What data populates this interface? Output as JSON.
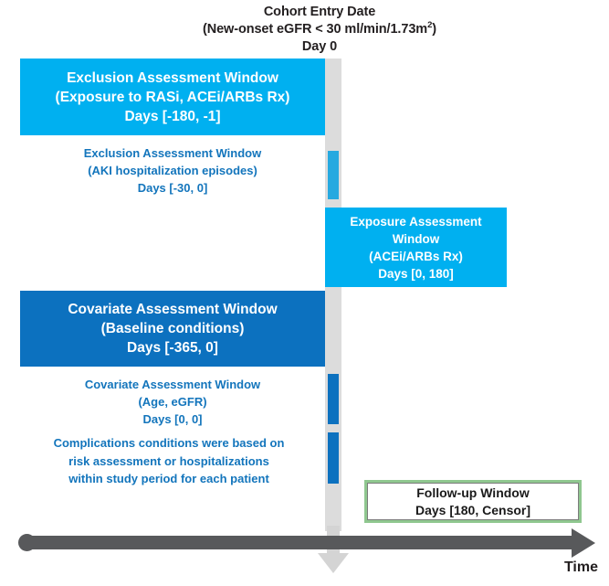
{
  "header": {
    "line1": "Cohort Entry Date",
    "line2_pre": "(New-onset eGFR < 30 ml/min/1.73m",
    "line2_sup": "2",
    "line2_post": ")",
    "line3": "Day 0"
  },
  "blocks": {
    "exclusion": {
      "line1": "Exclusion Assessment Window",
      "line2": "(Exposure to RASi, ACEi/ARBs Rx)",
      "line3": "Days [-180, -1]",
      "color": "#00b0f0"
    },
    "exposure": {
      "line1": "Exposure Assessment",
      "line2": "Window",
      "line3": "(ACEi/ARBs Rx)",
      "line4": "Days [0, 180]",
      "color": "#00b0f0"
    },
    "covariate": {
      "line1": "Covariate Assessment Window",
      "line2": "(Baseline conditions)",
      "line3": "Days [-365, 0]",
      "color": "#0c71bf"
    },
    "followup": {
      "line1": "Follow-up Window",
      "line2": "Days [180, Censor]",
      "border_color": "#8fc78f"
    }
  },
  "notes": {
    "aki": {
      "line1": "Exclusion Assessment Window",
      "line2": "(AKI hospitalization episodes)",
      "line3": "Days [-30, 0]",
      "color": "#1375bc"
    },
    "covariate2": {
      "line1": "Covariate Assessment Window",
      "line2": "(Age, eGFR)",
      "line3": "Days [0, 0]",
      "color": "#1375bc"
    },
    "complications": {
      "line1": "Complications conditions were based on",
      "line2": "risk assessment or hospitalizations",
      "line3": "within study period for each patient",
      "color": "#1375bc"
    }
  },
  "timeline": {
    "band_color": "#dcdcdc",
    "axis_color": "#58595b",
    "axis_label": "Time"
  }
}
